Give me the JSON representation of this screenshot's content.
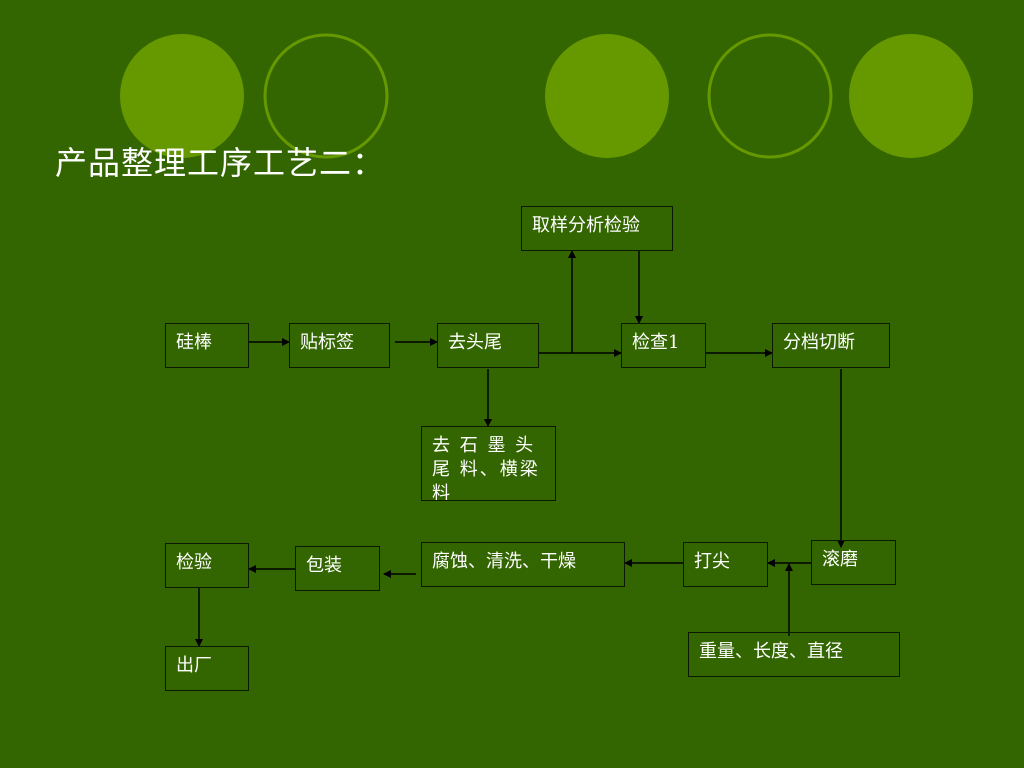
{
  "slide": {
    "title": "产品整理工序工艺二：",
    "background": "#336600",
    "circle_fill": "#669900",
    "circle_outline": "#669900"
  },
  "flow": {
    "nodes": {
      "silicon_rod": "硅棒",
      "label": "贴标签",
      "remove_head_tail": "去头尾",
      "sampling": "取样分析检验",
      "check1": "检查1",
      "grade_cut": "分档切断",
      "graphite": "去 石 墨 头 尾 料、横梁料",
      "rolling": "滚磨",
      "tip": "打尖",
      "weight": "重量、长度、直径",
      "etch": "腐蚀、清洗、干燥",
      "pack": "包装",
      "inspect": "检验",
      "ship": "出厂"
    }
  }
}
